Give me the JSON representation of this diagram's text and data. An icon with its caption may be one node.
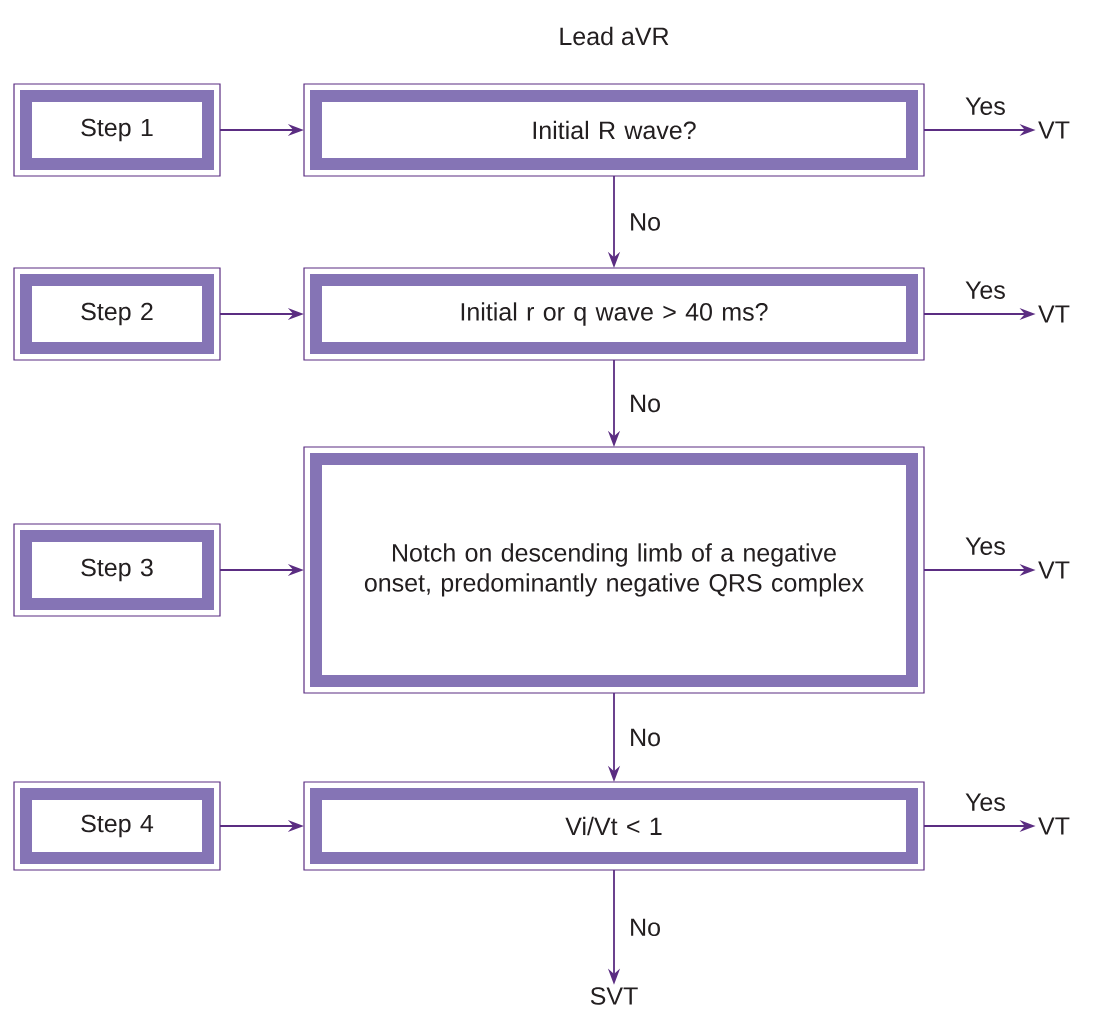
{
  "diagram": {
    "title": "Lead aVR",
    "nodes": [
      {
        "text": [
          "Step 1"
        ]
      },
      {
        "text": [
          "Initial R wave?"
        ]
      },
      {
        "text": [
          "VT"
        ]
      },
      {
        "text": [
          "Step 2"
        ]
      },
      {
        "text": [
          "Initial r or q wave > 40 ms?"
        ]
      },
      {
        "text": [
          "VT"
        ]
      },
      {
        "text": [
          "Step 3"
        ]
      },
      {
        "text": [
          "Notch on descending limb of a negative onset, predominantly negative QRS complex"
        ]
      },
      {
        "text": [
          "VT"
        ]
      },
      {
        "text": [
          "Step 4"
        ]
      },
      {
        "text": [
          "Vi/Vt < 1"
        ]
      },
      {
        "text": [
          "VT"
        ]
      },
      {
        "text": [
          "SVT"
        ]
      }
    ],
    "edges": [
      {
        "from": 0,
        "to": 1,
        "arrow": "to"
      },
      {
        "from": 1,
        "to": 2,
        "arrow": "to",
        "label": "Yes"
      },
      {
        "from": 1,
        "to": 4,
        "arrow": "to",
        "label": "No"
      },
      {
        "from": 3,
        "to": 4,
        "arrow": "to"
      },
      {
        "from": 4,
        "to": 5,
        "arrow": "to",
        "label": "Yes"
      },
      {
        "from": 4,
        "to": 7,
        "arrow": "to",
        "label": "No"
      },
      {
        "from": 6,
        "to": 7,
        "arrow": "to"
      },
      {
        "from": 7,
        "to": 8,
        "arrow": "to",
        "label": "Yes"
      },
      {
        "from": 7,
        "to": 10,
        "arrow": "to",
        "label": "No"
      },
      {
        "from": 9,
        "to": 10,
        "arrow": "to"
      },
      {
        "from": 10,
        "to": 11,
        "arrow": "to",
        "label": "Yes"
      },
      {
        "from": 10,
        "to": 12,
        "arrow": "to",
        "label": "No"
      }
    ]
  }
}
